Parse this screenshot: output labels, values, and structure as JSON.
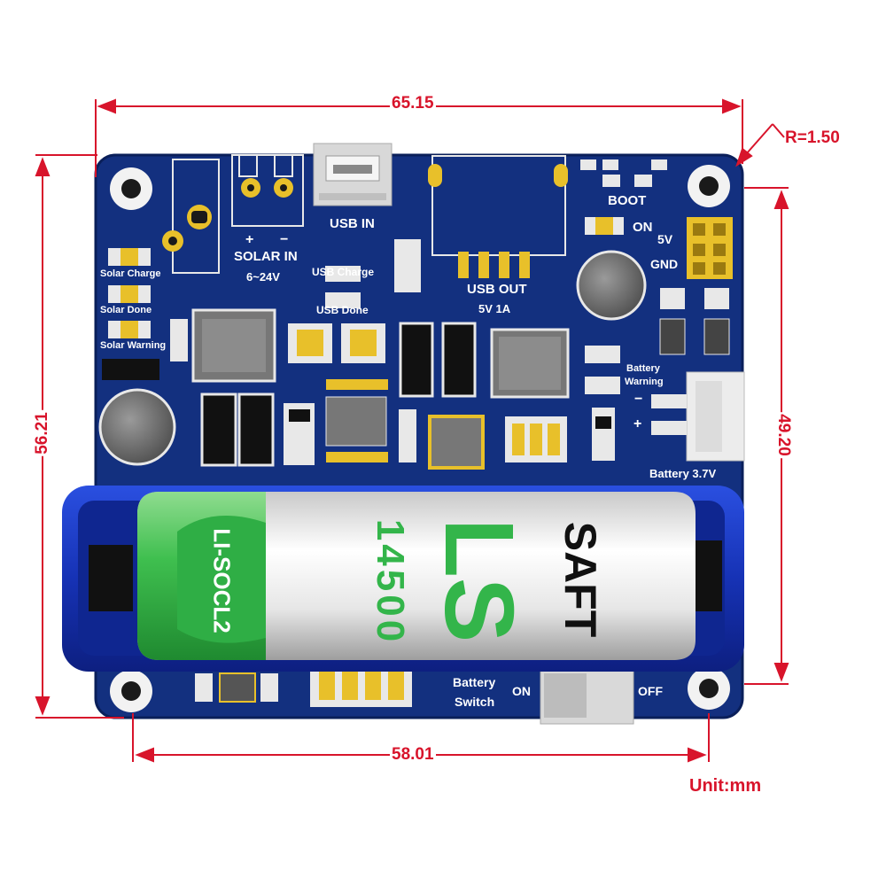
{
  "dimensions": {
    "top_width": "65.15",
    "corner_radius": "R=1.50",
    "left_height": "56.21",
    "right_height": "49.20",
    "bottom_width": "58.01",
    "unit": "Unit:mm"
  },
  "board": {
    "usb_in": "USB IN",
    "solar_plus": "+",
    "solar_minus": "−",
    "solar_in": "SOLAR IN",
    "solar_range": "6~24V",
    "usb_charge": "USB Charge",
    "usb_done": "USB Done",
    "usb_out": "USB OUT",
    "usb_out_rating": "5V 1A",
    "boot": "BOOT",
    "on": "ON",
    "five_v": "5V",
    "gnd": "GND",
    "solar_charge": "Solar Charge",
    "solar_done": "Solar Done",
    "solar_warning": "Solar Warning",
    "battery_warning_1": "Battery",
    "battery_warning_2": "Warning",
    "bat_minus": "−",
    "bat_plus": "+",
    "battery_voltage": "Battery 3.7V",
    "battery_switch_1": "Battery",
    "battery_switch_2": "Switch",
    "switch_on": "ON",
    "switch_off": "OFF"
  },
  "battery_cell": {
    "brand": "SAFT",
    "series": "LS",
    "model": "14500",
    "chemistry": "LI-SOCL2"
  },
  "colors": {
    "pcb": "#13307f",
    "dimension": "#d8142b",
    "holder": "#1630b8",
    "cell_green": "#33b54a",
    "header_gold": "#e8c02a"
  }
}
